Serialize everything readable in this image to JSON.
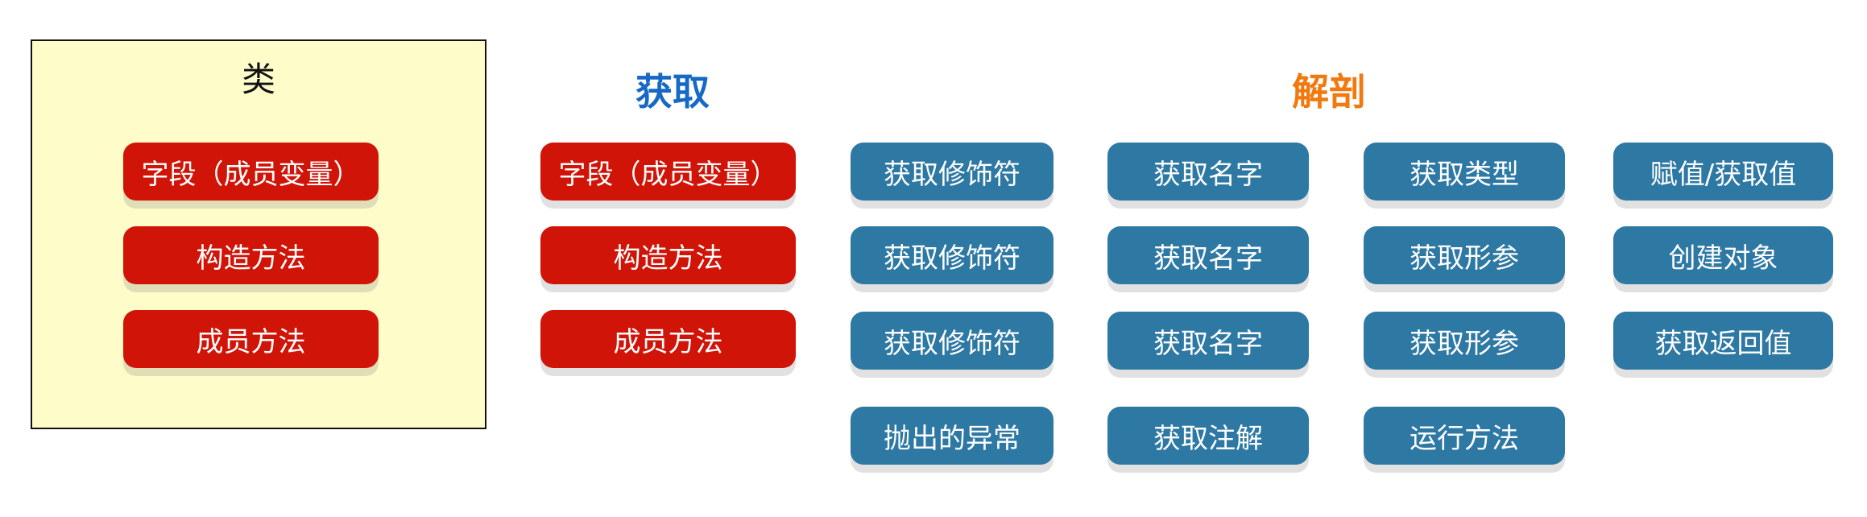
{
  "colors": {
    "red_button": "#d11408",
    "blue_button": "#2e78a4",
    "get_heading": "#1769c6",
    "anatomy_heading": "#f07a10",
    "class_box_fill": "#fefcc9"
  },
  "class_box": {
    "title": "类",
    "items": [
      "字段（成员变量）",
      "构造方法",
      "成员方法"
    ]
  },
  "get_section": {
    "heading": "获取",
    "items": [
      "字段（成员变量）",
      "构造方法",
      "成员方法"
    ]
  },
  "anatomy_section": {
    "heading": "解剖",
    "columns": [
      [
        "获取修饰符",
        "获取修饰符",
        "获取修饰符",
        "抛出的异常"
      ],
      [
        "获取名字",
        "获取名字",
        "获取名字",
        "获取注解"
      ],
      [
        "获取类型",
        "获取形参",
        "获取形参",
        "运行方法"
      ],
      [
        "赋值/获取值",
        "创建对象",
        "获取返回值"
      ]
    ]
  }
}
